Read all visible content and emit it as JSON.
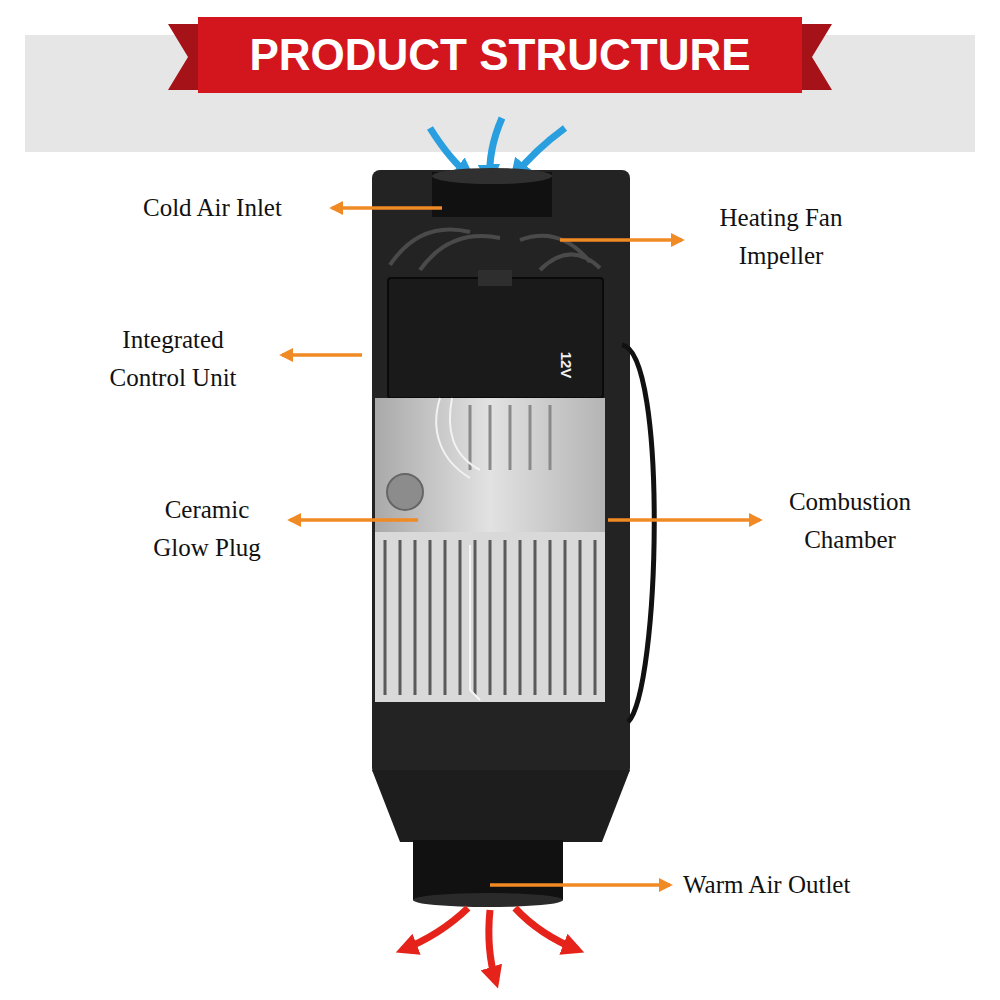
{
  "diagram": {
    "title": "PRODUCT STRUCTURE",
    "labels": [
      "Cold Air Inlet",
      "Heating Fan Impeller",
      "Integrated Control Unit",
      "12V",
      "Ceramic Glow Plug",
      "Combustion Chamber",
      "Warm Air Outlet"
    ]
  }
}
